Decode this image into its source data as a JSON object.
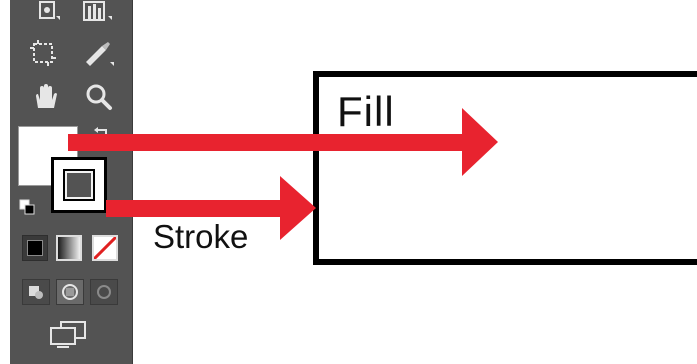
{
  "labels": {
    "fill": "Fill",
    "stroke": "Stroke"
  },
  "colors": {
    "panel": "#535353",
    "arrow": "#e8232f",
    "fill_swatch": "#ffffff",
    "stroke_swatch": "#000000"
  },
  "toolbar": {
    "tools": [
      "symbol-sprayer-icon",
      "column-graph-icon",
      "artboard-icon",
      "slice-icon",
      "hand-icon",
      "zoom-icon"
    ],
    "fill_stroke": {
      "fill_icon": "fill-swatch",
      "stroke_icon": "stroke-swatch",
      "swap_icon": "swap-arrow-icon",
      "default_icon": "default-fill-stroke-icon"
    },
    "color_modes": [
      "color-icon",
      "gradient-icon",
      "none-icon"
    ],
    "draw_modes": [
      "draw-normal-icon",
      "draw-behind-icon",
      "draw-inside-icon"
    ],
    "screen_mode_icon": "screen-mode-icon"
  }
}
